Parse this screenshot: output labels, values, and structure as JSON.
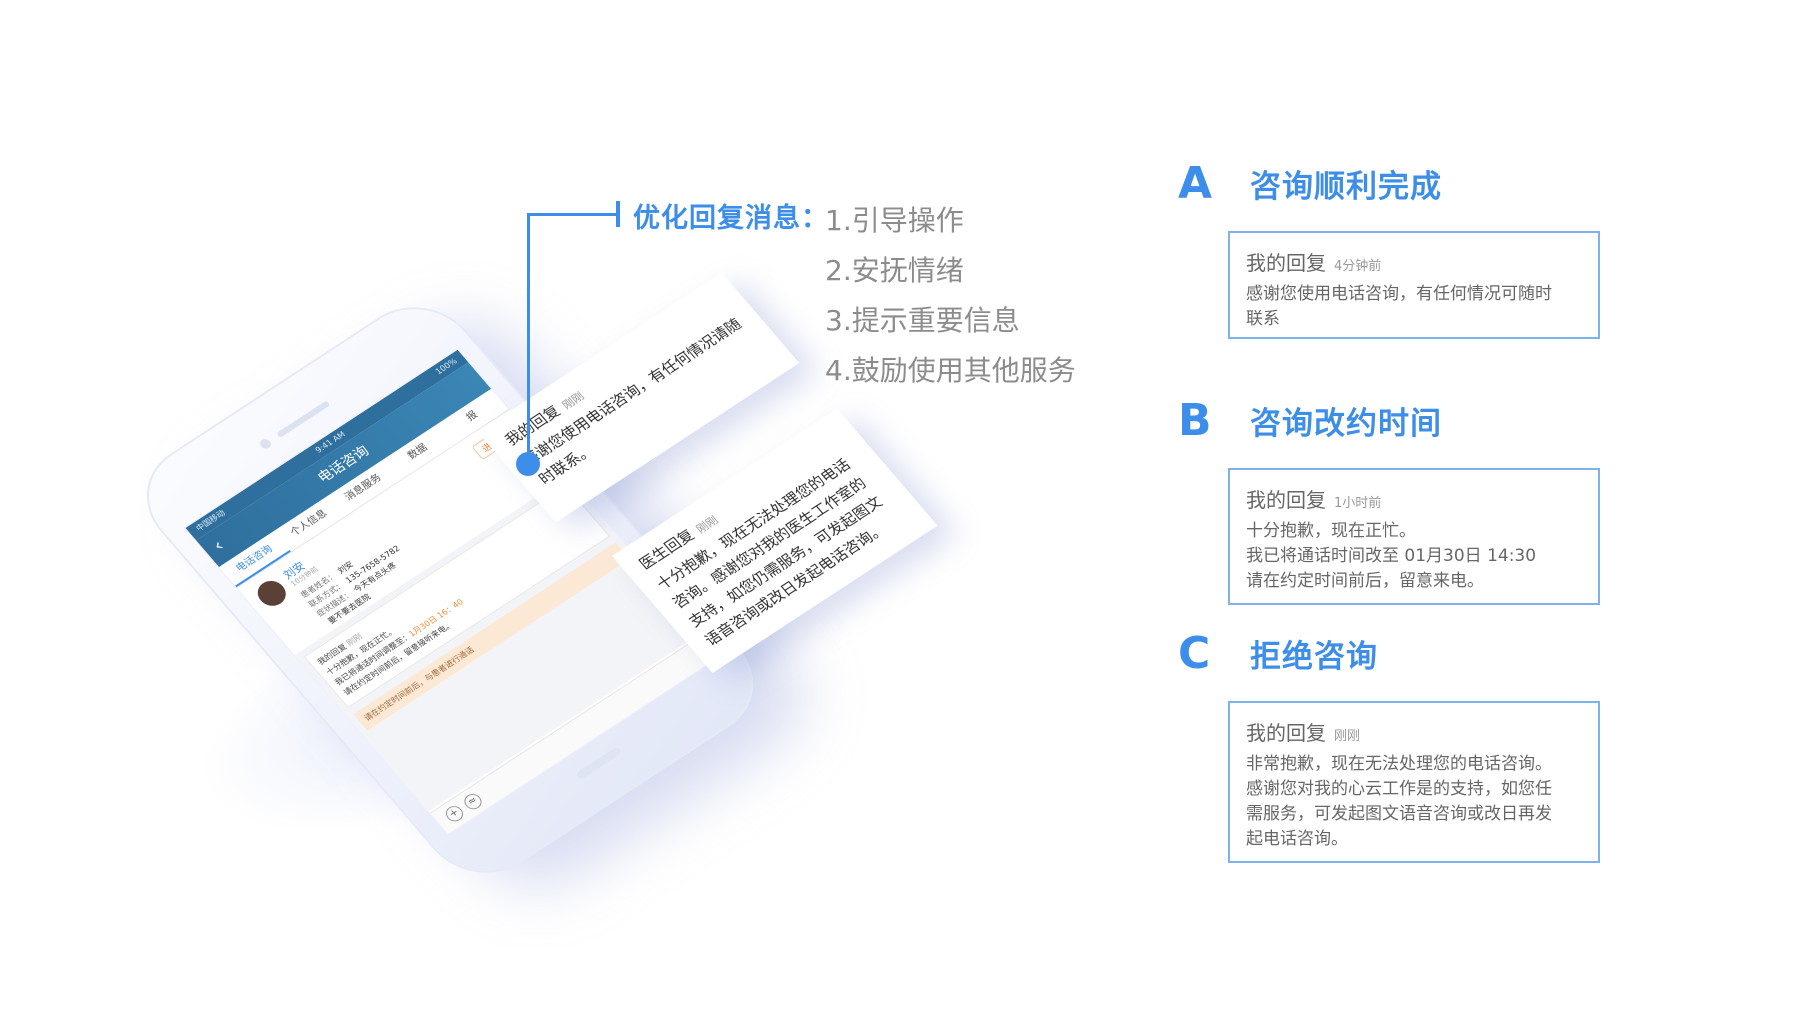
{
  "callout": {
    "title": "优化回复消息：",
    "items": [
      "1.引导操作",
      "2.安抚情绪",
      "3.提示重要信息",
      "4.鼓励使用其他服务"
    ]
  },
  "sections": [
    {
      "letter": "A",
      "title": "咨询顺利完成",
      "card": {
        "label": "我的回复",
        "time": "4分钟前",
        "lines": [
          "感谢您使用电话咨询，有任何情况可随时",
          "联系"
        ]
      }
    },
    {
      "letter": "B",
      "title": "咨询改约时间",
      "card": {
        "label": "我的回复",
        "time": "1小时前",
        "lines": [
          "十分抱歉，现在正忙。",
          "我已将通话时间改至 01月30日 14:30",
          "请在约定时间前后，留意来电。"
        ]
      }
    },
    {
      "letter": "C",
      "title": "拒绝咨询",
      "card": {
        "label": "我的回复",
        "time": "刚刚",
        "lines": [
          "非常抱歉，现在无法处理您的电话咨询。",
          "感谢您对我的心云工作是的支持，如您任",
          "需服务，可发起图文语音咨询或改日再发",
          "起电话咨询。"
        ]
      }
    }
  ],
  "phone": {
    "status_left": "中国移动",
    "status_time": "9:41 AM",
    "status_right": "100%",
    "nav_title": "电话咨询",
    "tabs": [
      "电话咨询",
      "个人信息",
      "消息服务",
      "数据",
      "报"
    ],
    "patient_name": "刘安",
    "patient_ago": "10分钟前",
    "status_badge": "进行中",
    "info": [
      {
        "label": "患者姓名：",
        "value": "刘安"
      },
      {
        "label": "联系方式：",
        "value": "135-7658-5782"
      },
      {
        "label": "症状描述：",
        "value": "今天有点头疼"
      },
      {
        "label": "",
        "value": "要不要去医院"
      }
    ],
    "msg_label": "我的回复",
    "msg_time": "刚刚",
    "msg_lines": [
      "十分抱歉，现在正忙。",
      "我已将通话时间调整至：",
      "1月30日 16：40",
      "请在约定时间前后，留意接听来电。"
    ],
    "warn_text": "请在约定时间前后，与患者进行通话",
    "float1": {
      "label": "我的回复",
      "time": "刚刚",
      "text": "感谢您使用电话咨询，有任何情况请随时联系。"
    },
    "float2": {
      "label": "医生回复",
      "time": "刚刚",
      "text": "十分抱歉，现在无法处理您的电话咨询。感谢您对我的医生工作室的支持，如您仍需服务，可发起图文语音咨询或改日发起电话咨询。"
    }
  },
  "colors": {
    "accent": "#3d8ee8",
    "card_border": "#7fb2ec",
    "text_gray": "#8c8c8c"
  }
}
